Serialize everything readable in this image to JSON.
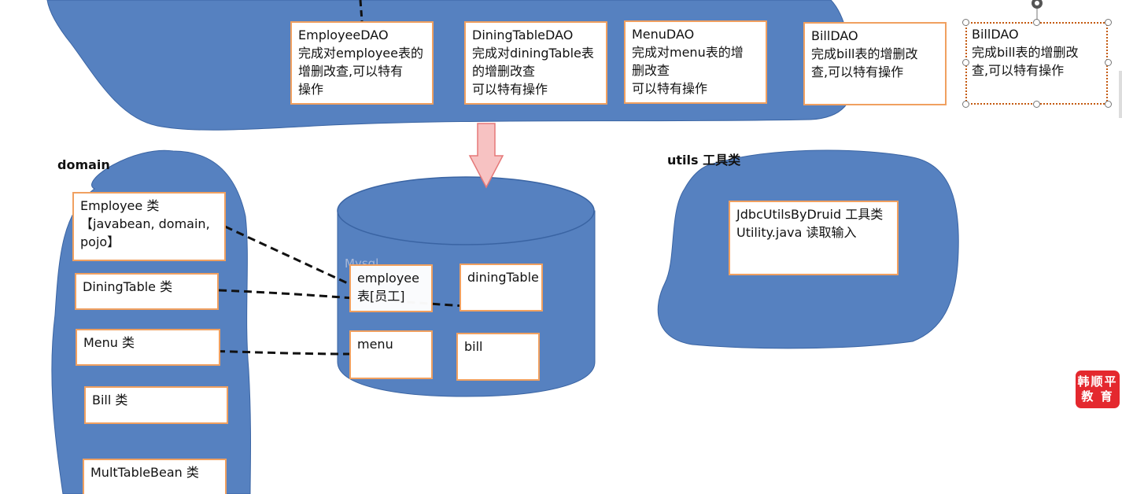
{
  "colors": {
    "cloud_fill": "#5681c0",
    "cloud_stroke": "#3a64a3",
    "box_border": "#f0a060",
    "arrow_fill": "#f7c2c2",
    "arrow_stroke": "#e57878",
    "logo_bg": "#e4282e"
  },
  "dao": {
    "employee": "EmployeeDAO\n完成对employee表的\n增删改查,可以特有\n操作",
    "dining": "DiningTableDAO\n完成对diningTable表\n的增删改查\n可以特有操作",
    "menu": "MenuDAO\n完成对menu表的增\n删改查\n可以特有操作",
    "bill": "BillDAO\n完成bill表的增删改\n查,可以特有操作",
    "bill_copy": "BillDAO\n完成bill表的增删改\n查,可以特有操作"
  },
  "domain": {
    "label": "domain",
    "employee": "Employee 类\n【javabean, domain,\npojo】",
    "diningtable": "DiningTable 类",
    "menu": "Menu 类",
    "bill": "Bill 类",
    "multtable": "MultTableBean 类"
  },
  "db": {
    "watermark": "Mysql",
    "employee": "employee\n表[员工]",
    "diningtable": "diningTable",
    "menu": "menu",
    "bill": "bill"
  },
  "utils": {
    "label": "utils 工具类",
    "content": "JdbcUtilsByDruid 工具类\nUtility.java 读取输入"
  },
  "logo": {
    "line1": "韩顺平",
    "line2": "教 育"
  },
  "icons": {
    "rotate": "rotate-handle-icon"
  }
}
